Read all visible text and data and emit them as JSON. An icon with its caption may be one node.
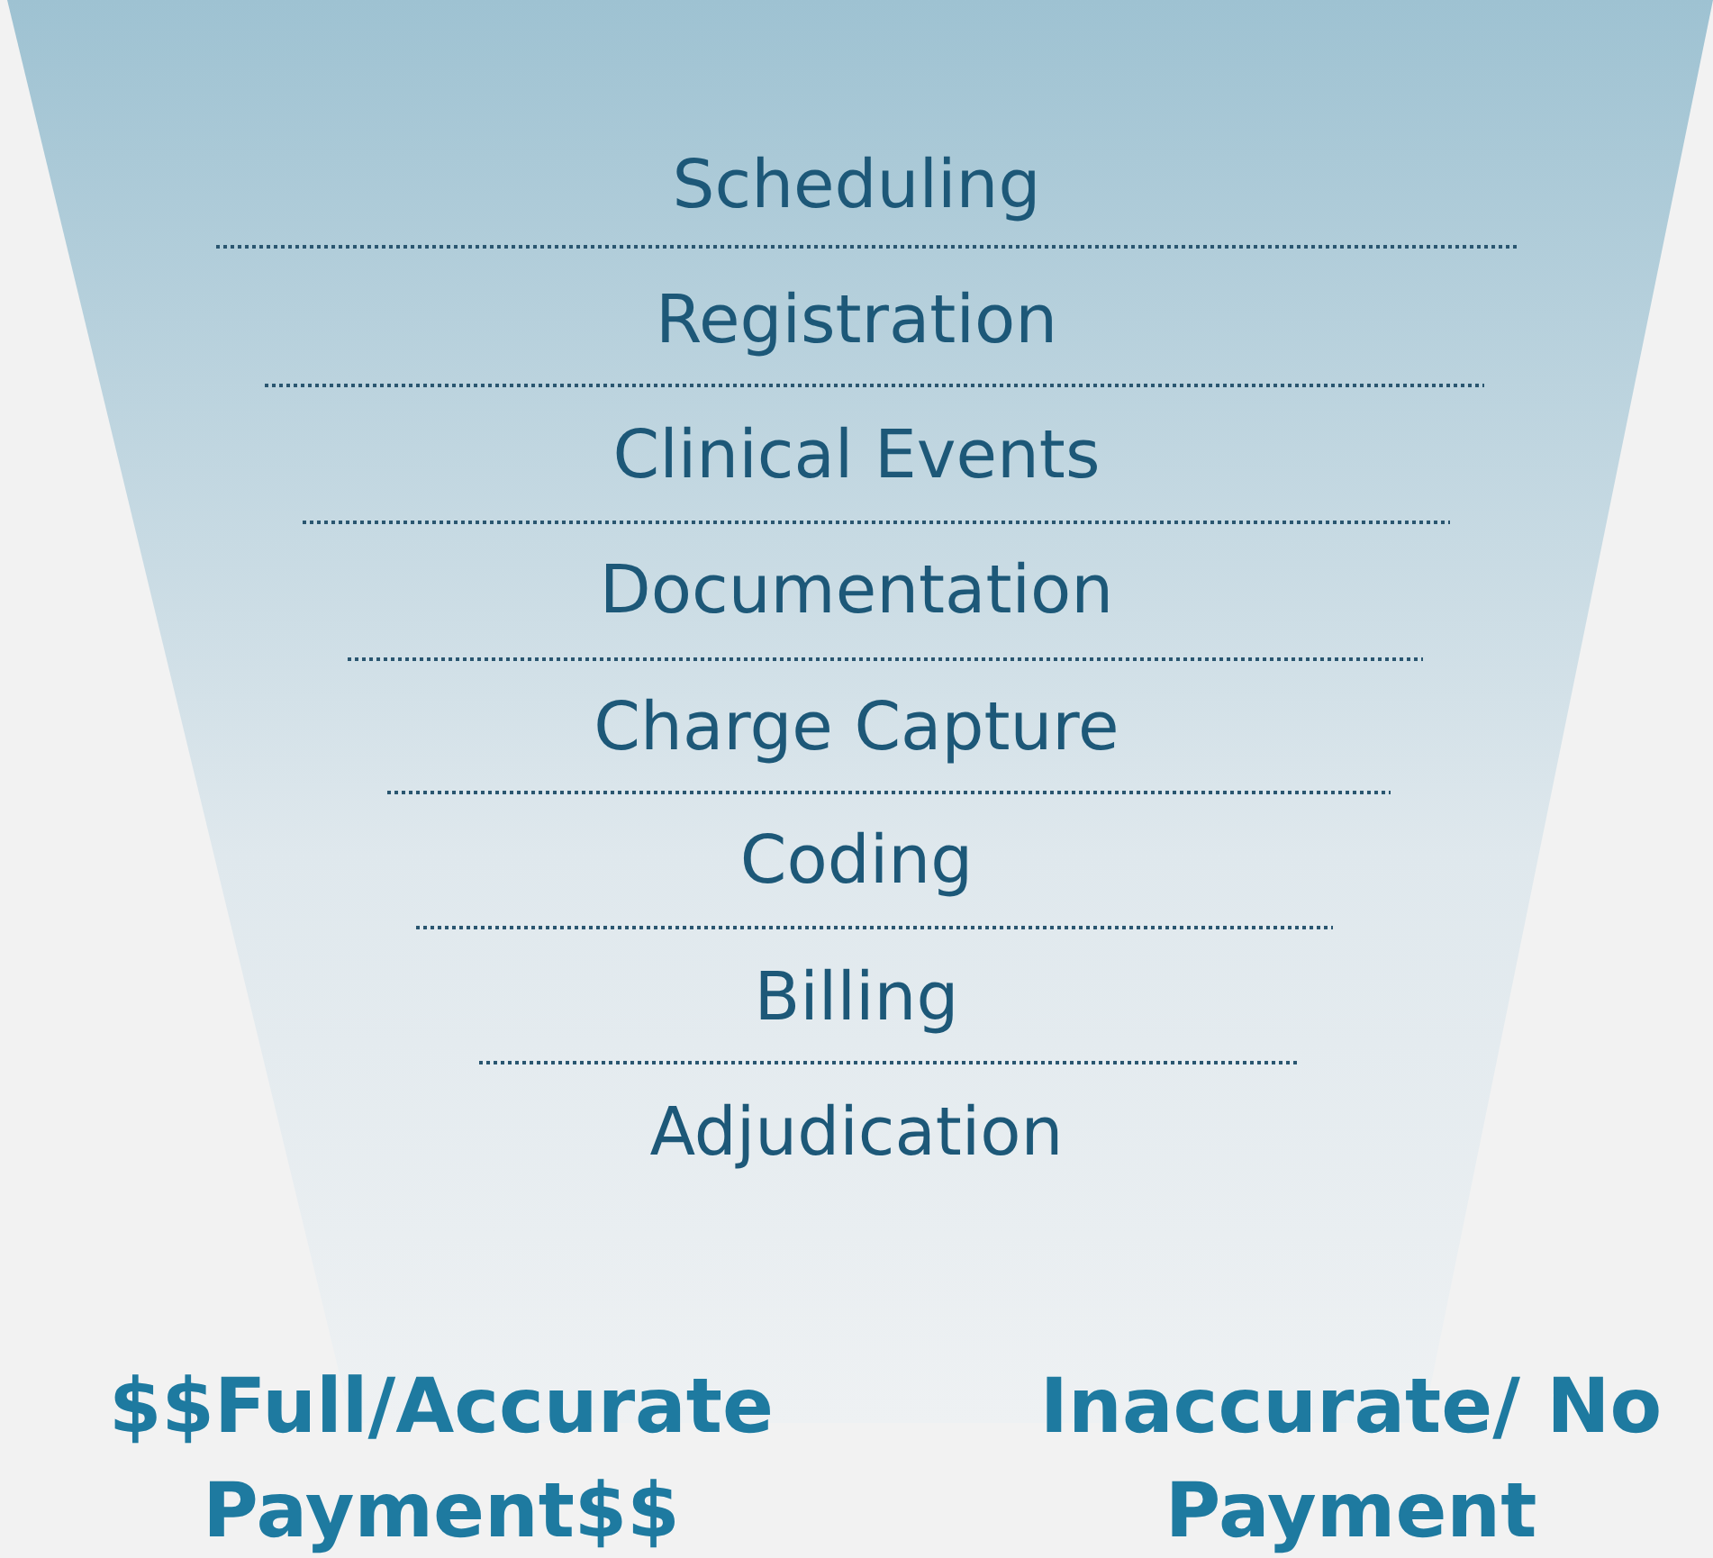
{
  "diagram": {
    "nodes": [
      {
        "text": [],
        "shape": "funnel"
      },
      {
        "text": [
          "Scheduling"
        ],
        "in": 0
      },
      {
        "text": [
          "Registration"
        ],
        "in": 0
      },
      {
        "text": [
          "Clinical Events"
        ],
        "in": 0
      },
      {
        "text": [
          "Documentation"
        ],
        "in": 0
      },
      {
        "text": [
          "Charge Capture"
        ],
        "in": 0
      },
      {
        "text": [
          "Coding"
        ],
        "in": 0
      },
      {
        "text": [
          "Billing"
        ],
        "in": 0
      },
      {
        "text": [
          "Adjudication"
        ],
        "in": 0
      }
    ],
    "edges": [],
    "labels": [
      "$$Full/Accurate Payment$$",
      "Inaccurate/ No Payment"
    ]
  }
}
